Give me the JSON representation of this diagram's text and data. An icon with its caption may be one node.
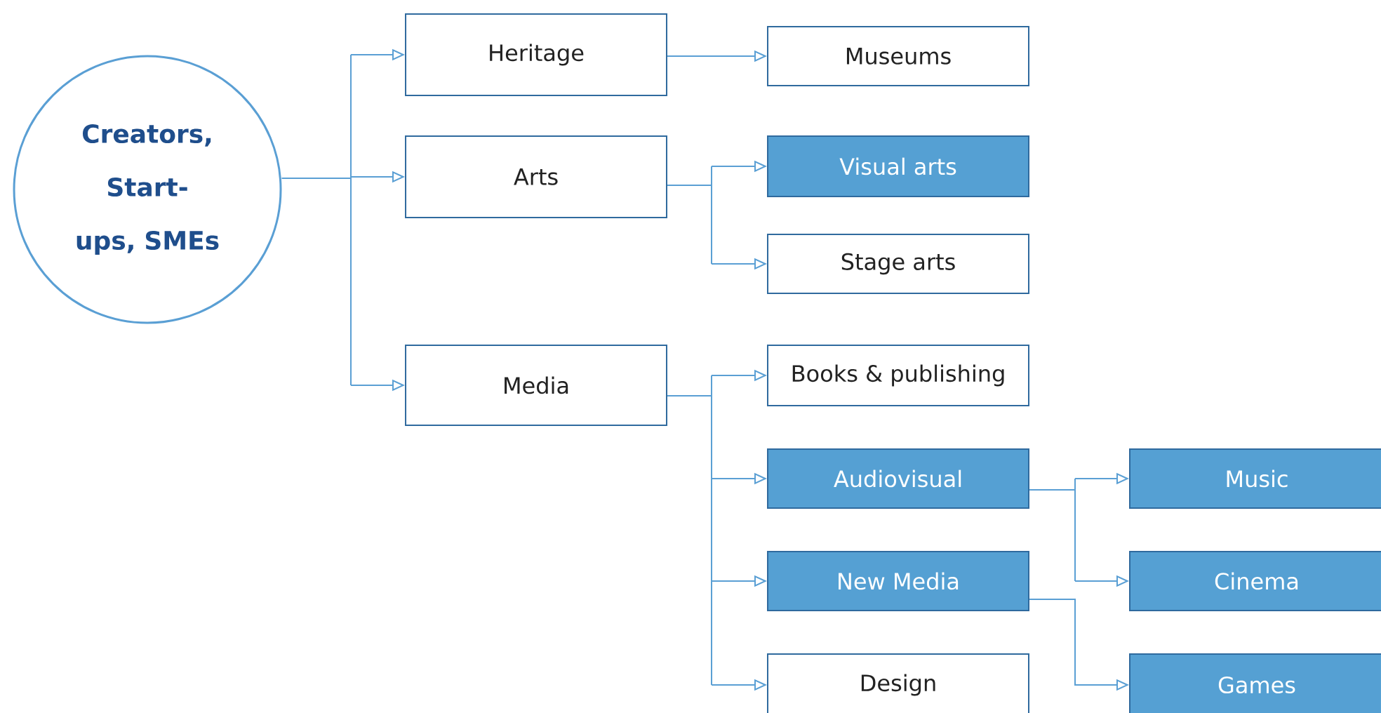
{
  "diagram": {
    "nodes": [
      {
        "text": [
          "Creators, Start- ups, SMEs"
        ]
      },
      {
        "text": [
          "Heritage"
        ]
      },
      {
        "text": [
          "Arts"
        ]
      },
      {
        "text": [
          "Media"
        ]
      },
      {
        "text": [
          "Museums"
        ]
      },
      {
        "text": [
          "Visual arts"
        ]
      },
      {
        "text": [
          "Stage arts"
        ]
      },
      {
        "text": [
          "Books & publishing"
        ]
      },
      {
        "text": [
          "Audiovisual"
        ]
      },
      {
        "text": [
          "New Media"
        ]
      },
      {
        "text": [
          "Design"
        ]
      },
      {
        "text": [
          "Music"
        ]
      },
      {
        "text": [
          "Cinema"
        ]
      },
      {
        "text": [
          "Games"
        ]
      }
    ],
    "edges": [
      {
        "from": 0,
        "to": 1,
        "arrow": "to"
      },
      {
        "from": 0,
        "to": 2,
        "arrow": "to"
      },
      {
        "from": 0,
        "to": 3,
        "arrow": "to"
      },
      {
        "from": 1,
        "to": 4,
        "arrow": "to"
      },
      {
        "from": 2,
        "to": 5,
        "arrow": "to"
      },
      {
        "from": 2,
        "to": 6,
        "arrow": "to"
      },
      {
        "from": 3,
        "to": 7,
        "arrow": "to"
      },
      {
        "from": 3,
        "to": 8,
        "arrow": "to"
      },
      {
        "from": 3,
        "to": 9,
        "arrow": "to"
      },
      {
        "from": 3,
        "to": 10,
        "arrow": "to"
      },
      {
        "from": 8,
        "to": 11,
        "arrow": "to"
      },
      {
        "from": 8,
        "to": 12,
        "arrow": "to"
      },
      {
        "from": 9,
        "to": 13,
        "arrow": "to"
      }
    ]
  }
}
